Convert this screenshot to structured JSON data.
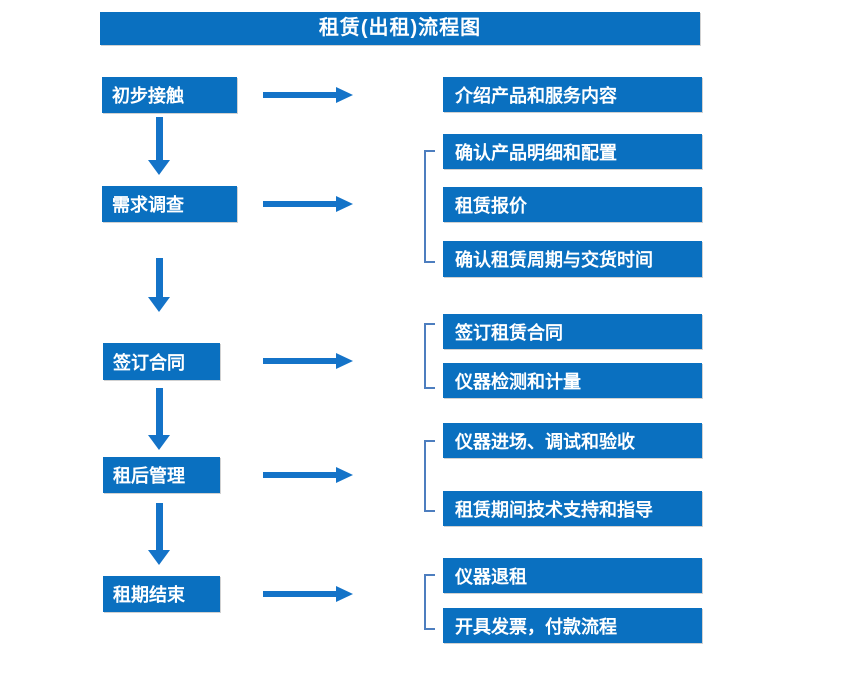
{
  "title": "租赁(出租)流程图",
  "colors": {
    "box_blue": "#0a70c0",
    "arrow_blue": "#1473c8",
    "bracket_blue": "#4d7ebf",
    "text_white": "#ffffff",
    "page_bg": "#ffffff"
  },
  "flow": {
    "direction": "top-to-bottom",
    "groups": [
      {
        "step": "初步接触",
        "details": [
          "介绍产品和服务内容"
        ]
      },
      {
        "step": "需求调查",
        "details": [
          "确认产品明细和配置",
          "租赁报价",
          "确认租赁周期与交货时间"
        ]
      },
      {
        "step": "签订合同",
        "details": [
          "签订租赁合同",
          "仪器检测和计量"
        ]
      },
      {
        "step": "租后管理",
        "details": [
          "仪器进场、调试和验收",
          "租赁期间技术支持和指导"
        ]
      },
      {
        "step": "租期结束",
        "details": [
          "仪器退租",
          "开具发票，付款流程"
        ]
      }
    ]
  }
}
